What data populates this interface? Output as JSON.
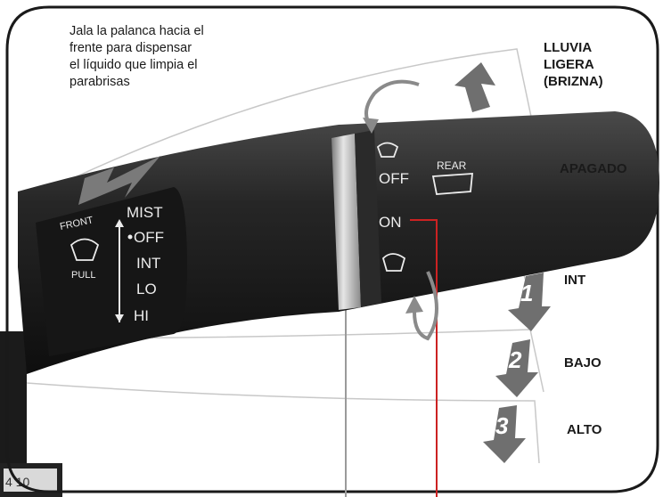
{
  "instruction": [
    "Jala la palanca hacia el",
    "frente para dispensar",
    "el líquido que limpia el",
    "parabrisas"
  ],
  "positions": {
    "mist": [
      "LLUVIA",
      "LIGERA",
      "(BRIZNA)"
    ],
    "off": "APAGADO",
    "int": "INT",
    "low": "BAJO",
    "high": "ALTO"
  },
  "step_numbers": [
    "1",
    "2",
    "3"
  ],
  "stalk": {
    "front": "FRONT",
    "pull": "PULL",
    "mist": "MIST",
    "off": "OFF",
    "int": "INT",
    "lo": "LO",
    "hi": "HI"
  },
  "ring": {
    "off": "OFF",
    "on": "ON",
    "rear": "REAR"
  },
  "dash_readout": "4 10",
  "colors": {
    "frame": "#1a1a1a",
    "stalk": "#1c1c1c",
    "arrow": "#6f6f6f",
    "indicator_line": "#cc2222"
  }
}
